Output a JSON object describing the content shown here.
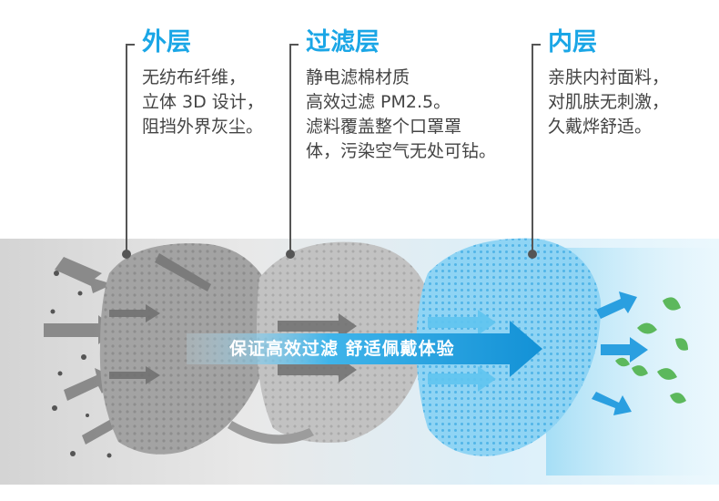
{
  "layers": [
    {
      "title": "外层",
      "desc": "无纺布纤维，\n立体 3D 设计，\n阻挡外界灰尘。"
    },
    {
      "title": "过滤层",
      "desc": "静电滤棉材质\n高效过滤 PM2.5。\n滤料覆盖整个口罩罩\n体，污染空气无处可钻。"
    },
    {
      "title": "内层",
      "desc": "亲肤内衬面料，\n对肌肤无刺激，\n久戴烨舒适。"
    }
  ],
  "banner": "保证高效过滤  舒适佩戴体验",
  "colors": {
    "accent": "#1aa6e6",
    "outer_layer": "#9a9a9a",
    "filter_layer": "#b9b9b9",
    "inner_layer": "#7fcdf2",
    "leaf": "#5cb85c"
  }
}
